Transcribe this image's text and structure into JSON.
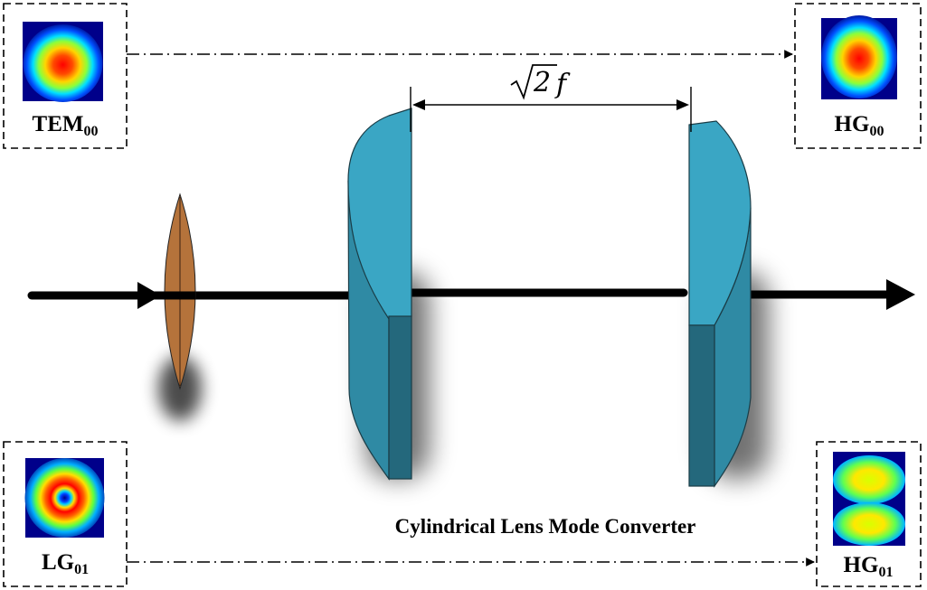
{
  "boxes": {
    "top_left": {
      "main": "TEM",
      "sub": "00"
    },
    "top_right": {
      "main": "HG",
      "sub": "00"
    },
    "bottom_left": {
      "main": "LG",
      "sub": "01"
    },
    "bottom_right": {
      "main": "HG",
      "sub": "01"
    }
  },
  "separation": {
    "radicand": "2",
    "symbol": "f"
  },
  "caption": "Cylindrical Lens Mode Converter",
  "colors": {
    "lens_face": "#3aa6c4",
    "lens_side": "#2f8aa4",
    "lens_dark": "#24687c",
    "focusing_lens": "#b5733b",
    "beam": "#000000"
  }
}
